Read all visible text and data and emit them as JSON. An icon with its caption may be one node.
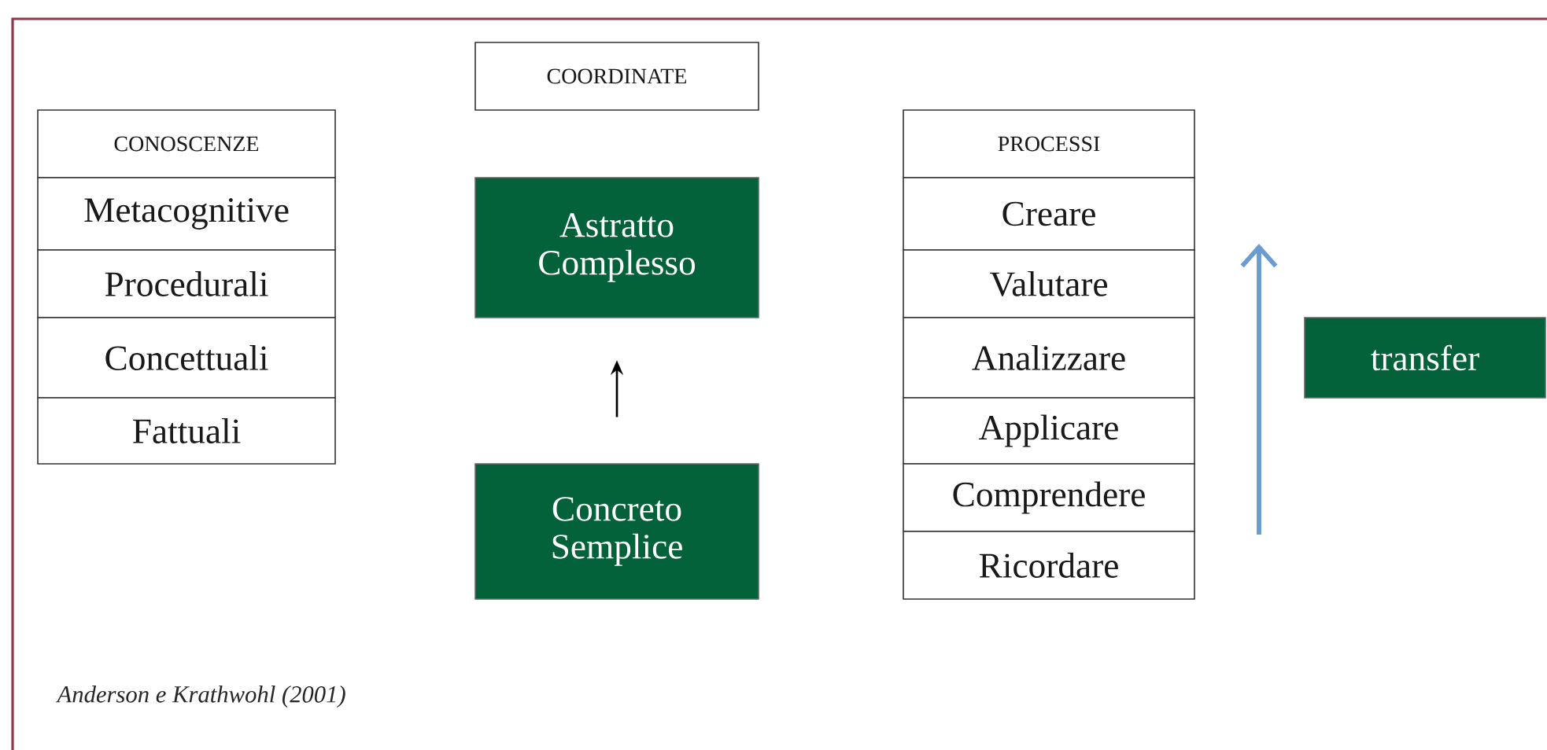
{
  "diagram": {
    "caption": "Anderson e Krathwohl (2001)",
    "nodes": [
      {
        "text": [
          "CONOSCENZE"
        ]
      },
      {
        "text": [
          "Metacognitive"
        ]
      },
      {
        "text": [
          "Procedurali"
        ]
      },
      {
        "text": [
          "Concettuali"
        ]
      },
      {
        "text": [
          "Fattuali"
        ]
      },
      {
        "text": [
          "COORDINATE"
        ]
      },
      {
        "text": [
          "Astratto Complesso"
        ]
      },
      {
        "text": [
          "Concreto Semplice"
        ]
      },
      {
        "text": [
          "PROCESSI"
        ]
      },
      {
        "text": [
          "Creare"
        ]
      },
      {
        "text": [
          "Valutare"
        ]
      },
      {
        "text": [
          "Analizzare"
        ]
      },
      {
        "text": [
          "Applicare"
        ]
      },
      {
        "text": [
          "Comprendere"
        ]
      },
      {
        "text": [
          "Ricordare"
        ]
      },
      {
        "text": [
          "transfer"
        ]
      }
    ],
    "edges": [
      {
        "from": 7,
        "to": 6,
        "arrow": "to"
      }
    ]
  }
}
